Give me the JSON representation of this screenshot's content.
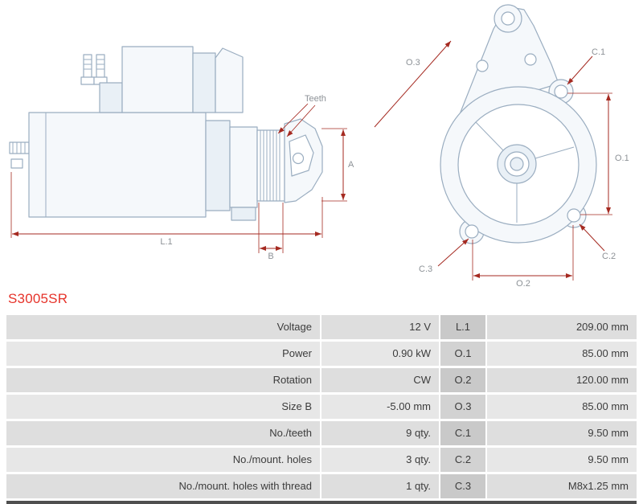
{
  "part_number": "S3005SR",
  "colors": {
    "part_number_red": "#e6332a",
    "dimension_line_red": "#a52a21",
    "drawing_stroke_blue": "#9aadc0",
    "label_gray": "#8d9297",
    "row_light": "#e7e7e7",
    "row_dark": "#dedede",
    "code_cell_gray": "#c9c9c9",
    "bottom_bar_dark": "#4f4f4f"
  },
  "diagram": {
    "labels": {
      "teeth": "Teeth",
      "a": "A",
      "l1": "L.1",
      "b": "B",
      "o3": "O.3",
      "c1": "C.1",
      "o1": "O.1",
      "c2": "C.2",
      "c3": "C.3",
      "o2": "O.2"
    }
  },
  "spec_table": {
    "rows": [
      {
        "label": "Voltage",
        "value": "12 V",
        "code": "L.1",
        "dim": "209.00 mm"
      },
      {
        "label": "Power",
        "value": "0.90 kW",
        "code": "O.1",
        "dim": "85.00 mm"
      },
      {
        "label": "Rotation",
        "value": "CW",
        "code": "O.2",
        "dim": "120.00 mm"
      },
      {
        "label": "Size B",
        "value": "-5.00 mm",
        "code": "O.3",
        "dim": "85.00 mm"
      },
      {
        "label": "No./teeth",
        "value": "9 qty.",
        "code": "C.1",
        "dim": "9.50 mm"
      },
      {
        "label": "No./mount. holes",
        "value": "3 qty.",
        "code": "C.2",
        "dim": "9.50 mm"
      },
      {
        "label": "No./mount. holes with thread",
        "value": "1 qty.",
        "code": "C.3",
        "dim": "M8x1.25 mm"
      }
    ]
  }
}
